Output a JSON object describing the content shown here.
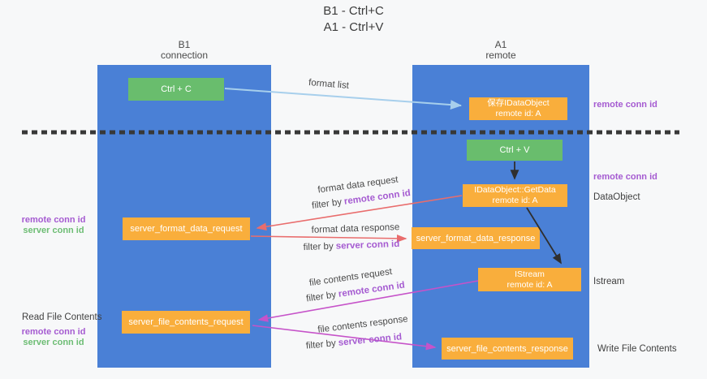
{
  "title": {
    "line1": "B1 - Ctrl+C",
    "line2": "A1 - Ctrl+V"
  },
  "columns": {
    "left": {
      "name": "B1",
      "role": "connection"
    },
    "right": {
      "name": "A1",
      "role": "remote"
    }
  },
  "nodes": {
    "ctrl_c": "Ctrl + C",
    "ctrl_v": "Ctrl + V",
    "save_idataobject": {
      "title": "保存IDataObject",
      "subtitle": "remote id: A"
    },
    "idataobject_getdata": {
      "title": "IDataObject::GetData",
      "subtitle": "remote id: A"
    },
    "istream": {
      "title": "IStream",
      "subtitle": "remote id: A"
    },
    "server_format_data_request": "server_format_data_request",
    "server_format_data_response": "server_format_data_response",
    "server_file_contents_request": "server_file_contents_request",
    "server_file_contents_response": "server_file_contents_response"
  },
  "edge_labels": {
    "format_list": "format list",
    "format_data_request": "format data request",
    "format_data_response": "format data response",
    "file_contents_request": "file contents request",
    "file_contents_response": "file contents response",
    "filter_by": "filter by",
    "remote_conn_id": "remote conn id",
    "server_conn_id": "server conn id"
  },
  "side_labels": {
    "remote_conn_id": "remote conn id",
    "server_conn_id": "server conn id",
    "dataobject": "DataObject",
    "istream": "Istream",
    "read_file_contents": "Read File Contents",
    "write_file_contents": "Write File Contents"
  },
  "colors": {
    "lane_blue": "#4a80d6",
    "node_orange": "#f9ae3c",
    "node_green": "#69bd6d",
    "arrow_red": "#e96d6d",
    "arrow_magenta": "#c653c9",
    "arrow_light_blue": "#a7cfec",
    "arrow_black": "#2f2f2f",
    "text_purple": "#a55bd1",
    "text_green": "#6dbd74"
  }
}
